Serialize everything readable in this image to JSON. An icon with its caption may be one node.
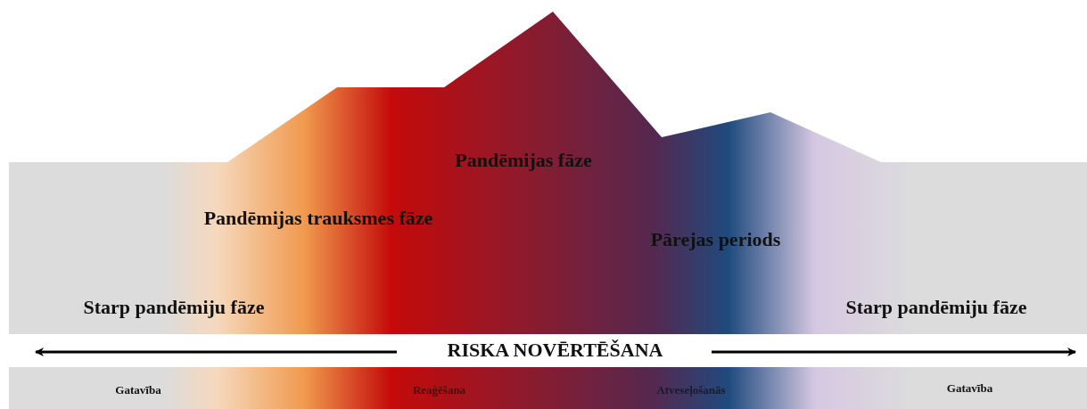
{
  "diagram": {
    "labels": [
      "Pandēmijas fāze",
      "Pandēmijas trauksmes fāze",
      "Pārejas periods",
      "Starp pandēmiju fāze",
      "Starp pandēmiju fāze",
      "RISKA NOVĒRTĒŠANA",
      "Gatavība",
      "Reaģēšana",
      "Atveseļošanās",
      "Gatavība"
    ]
  }
}
